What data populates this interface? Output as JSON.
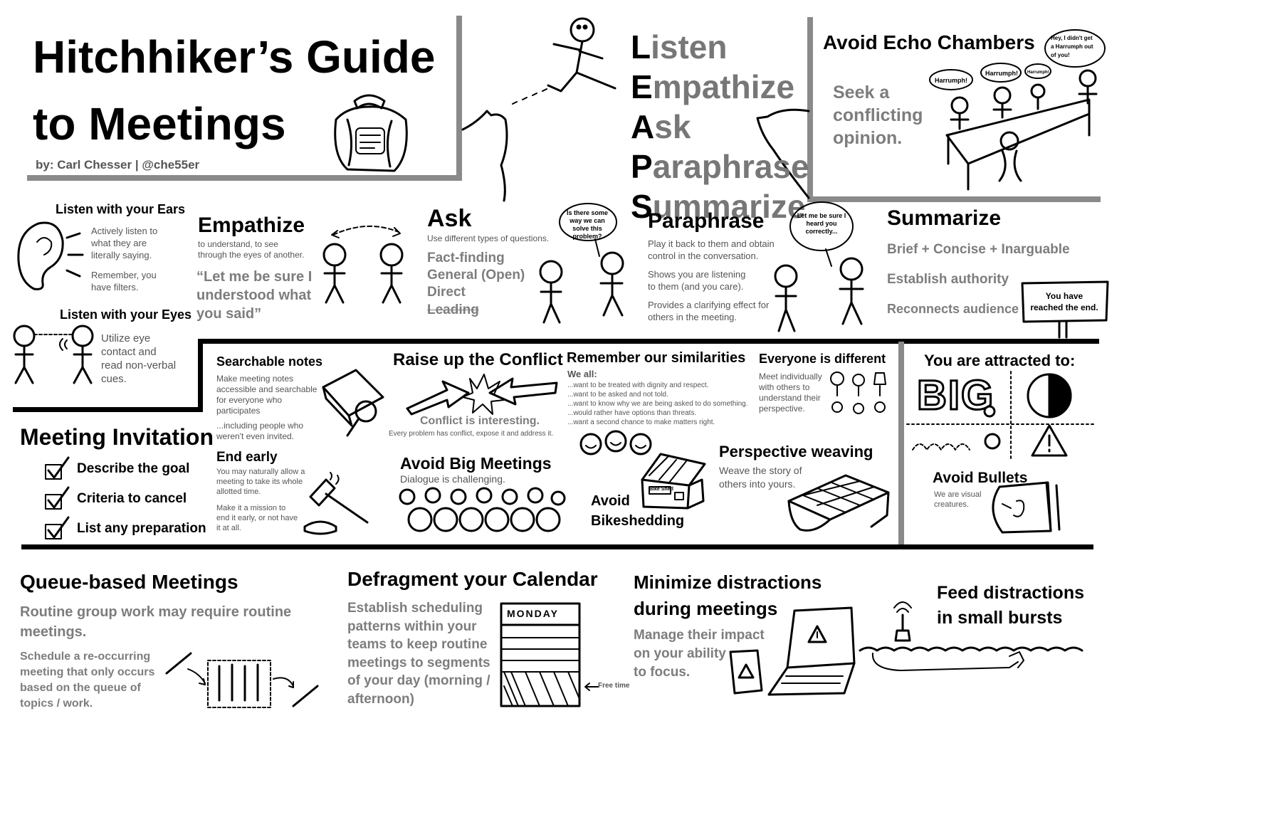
{
  "header": {
    "title_line1": "Hitchhiker’s Guide",
    "title_line2": "to Meetings",
    "byline": "by: Carl Chesser | @che55er"
  },
  "lepas": [
    {
      "first": "L",
      "rest": "isten"
    },
    {
      "first": "E",
      "rest": "mpathize"
    },
    {
      "first": "A",
      "rest": "sk"
    },
    {
      "first": "P",
      "rest": "araphrase"
    },
    {
      "first": "S",
      "rest": "ummarize"
    }
  ],
  "echo": {
    "title": "Avoid Echo Chambers",
    "text": "Seek a\nconflicting\nopinion.",
    "bubbles": [
      "Harrumph!",
      "Harrumph!",
      "Harrumph!",
      "Hey, I didn't get a Harrumph out of you!"
    ]
  },
  "listen": {
    "ears_title": "Listen with your Ears",
    "ears_text1": "Actively listen to\nwhat they are\nliterally saying.",
    "ears_text2": "Remember, you\nhave filters.",
    "eyes_title": "Listen with your Eyes",
    "eyes_text": "Utilize eye\ncontact and\nread non-verbal\ncues."
  },
  "empathize": {
    "title": "Empathize",
    "subtitle": "to understand, to see\nthrough the eyes of another.",
    "quote": "“Let me be sure I\nunderstood what\nyou said”"
  },
  "ask": {
    "title": "Ask",
    "subtitle": "Use different types of questions.",
    "items": [
      "Fact-finding",
      "General (Open)",
      "Direct",
      "Leading"
    ],
    "bubble": "Is there some way we can solve this problem?"
  },
  "paraphrase": {
    "title": "Paraphrase",
    "text1": "Play it back to them and obtain\ncontrol in the conversation.",
    "text2": "Shows you are listening\nto them (and you care).",
    "text3": "Provides a clarifying effect for\nothers in the meeting.",
    "bubble": "Let me be sure I heard you correctly..."
  },
  "summarize": {
    "title": "Summarize",
    "items": [
      "Brief + Concise + Inarguable",
      "Establish authority",
      "Reconnects audience"
    ],
    "sign": "You have\nreached the end."
  },
  "searchable": {
    "title": "Searchable notes",
    "text1": "Make meeting notes\naccessible and searchable\nfor everyone who\nparticipates",
    "text2": "...including people who\nweren't even invited."
  },
  "conflict": {
    "title": "Raise up the Conflict",
    "text1": "Conflict is interesting.",
    "text2": "Every problem has conflict, expose it and address it."
  },
  "similarities": {
    "title": "Remember our similarities",
    "lead": "We all:",
    "items": [
      "...want to be treated with dignity and respect.",
      "...want to be asked and not told.",
      "...want to know why we are being asked to do something.",
      "...would rather have options than threats.",
      "...want a second chance to make matters right."
    ]
  },
  "different": {
    "title": "Everyone is different",
    "text": "Meet individually\nwith others to\nunderstand their\nperspective."
  },
  "attracted": {
    "title": "You are attracted to:",
    "big": "BIG"
  },
  "invitation": {
    "title": "Meeting Invitation",
    "items": [
      "Describe the goal",
      "Criteria to cancel",
      "List any preparation"
    ]
  },
  "end_early": {
    "title": "End early",
    "text1": "You may naturally allow a\nmeeting to take its whole\nallotted time.",
    "text2": "Make it a mission to\nend it early, or not have\nit at all."
  },
  "big_meetings": {
    "title": "Avoid Big Meetings",
    "text": "Dialogue is challenging."
  },
  "bikeshed": {
    "text": "Avoid\nBikeshedding",
    "sign": "Bike Shed"
  },
  "weaving": {
    "title": "Perspective weaving",
    "text": "Weave the story of\nothers into yours."
  },
  "bullets": {
    "title": "Avoid Bullets",
    "text": "We are visual\ncreatures."
  },
  "queue": {
    "title": "Queue-based Meetings",
    "text1": "Routine group work may require routine\nmeetings.",
    "text2": "Schedule a re-occurring\nmeeting that only occurs\nbased on the queue of\ntopics / work."
  },
  "defrag": {
    "title": "Defragment your Calendar",
    "text": "Establish scheduling\npatterns within your\nteams to keep routine\nmeetings to segments\nof your day (morning /\nafternoon)",
    "calendar_day": "MONDAY",
    "free_time": "Free time"
  },
  "minimize": {
    "title": "Minimize distractions\nduring meetings",
    "text": "Manage their impact\non your ability\nto focus."
  },
  "feed": {
    "title": "Feed distractions\nin small bursts"
  }
}
